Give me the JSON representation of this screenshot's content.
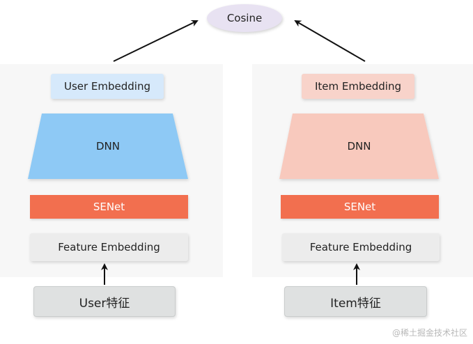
{
  "top": {
    "cosine_label": "Cosine"
  },
  "left_tower": {
    "embedding_label": "User Embedding",
    "dnn_label": "DNN",
    "senet_label": "SENet",
    "feature_label": "Feature Embedding",
    "input_label": "User特征"
  },
  "right_tower": {
    "embedding_label": "Item Embedding",
    "dnn_label": "DNN",
    "senet_label": "SENet",
    "feature_label": "Feature Embedding",
    "input_label": "Item特征"
  },
  "watermark": {
    "text": "@稀土掘金技术社区"
  },
  "colors": {
    "user_dnn": "#8ec9f5",
    "item_dnn": "#f8c9bd",
    "senet": "#f26f4f",
    "cosine": "#e8e2f2"
  }
}
